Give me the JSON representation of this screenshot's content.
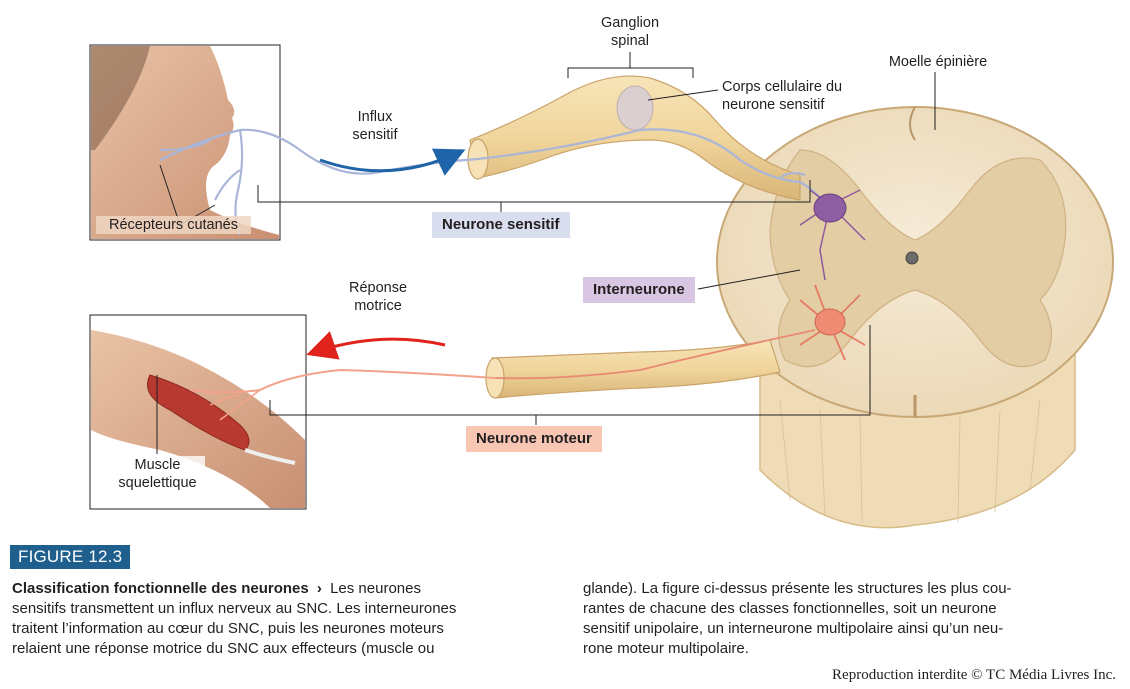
{
  "figure": {
    "badge": "FIGURE 12.3",
    "caption_title": "Classification fonctionnelle des neurones",
    "caption_arrow": "›",
    "caption_col1": [
      "Les neurones",
      "sensitifs transmettent un influx nerveux au SNC. Les interneurones",
      "traitent l’information au cœur du SNC, puis les neurones moteurs",
      "relaient une réponse motrice du SNC aux effecteurs (muscle ou"
    ],
    "caption_col2": [
      "glande). La figure ci-dessus présente les structures les plus cou-",
      "rantes de chacune des classes fonctionnelles, soit un neurone",
      "sensitif unipolaire, un interneurone multipolaire ainsi qu’un neu-",
      "rone moteur multipolaire."
    ],
    "copyright": "Reproduction interdite © TC Média Livres Inc."
  },
  "labels": {
    "ganglion": [
      "Ganglion",
      "spinal"
    ],
    "corps": [
      "Corps cellulaire du",
      "neurone sensitif"
    ],
    "moelle": "Moelle épinière",
    "influx": [
      "Influx",
      "sensitif"
    ],
    "recepteurs": "Récepteurs cutanés",
    "neurone_sensitif": "Neurone sensitif",
    "interneurone": "Interneurone",
    "reponse": [
      "Réponse",
      "motrice"
    ],
    "muscle": [
      "Muscle",
      "squelettique"
    ],
    "neurone_moteur": "Neurone moteur"
  },
  "colors": {
    "badge": "#1f5f8e",
    "sensory": "#d9deef",
    "interneuron": "#d8c6e2",
    "motor": "#f7c7b3",
    "arrow_sensory": "#1f63a8",
    "arrow_motor": "#e0231c",
    "nerve": "#f0d9a6",
    "cord_gray": "#e6d2ad",
    "cord_white": "#f3e7cf"
  }
}
